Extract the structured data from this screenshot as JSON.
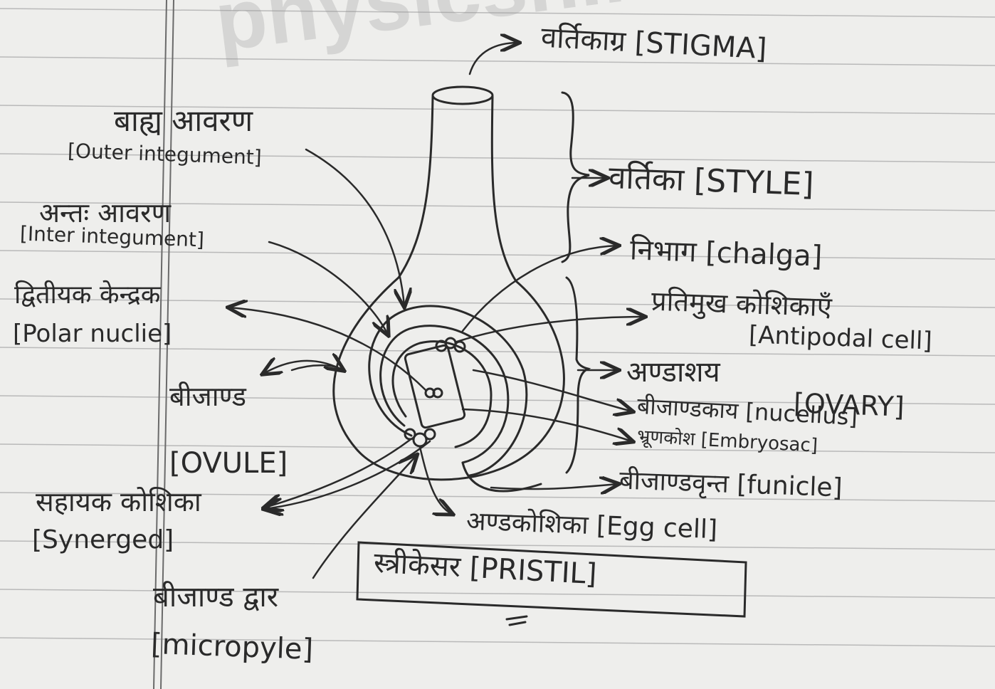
{
  "watermark": "physicshindi.com",
  "labels": {
    "stigma": "वर्तिकाग्र [STIGMA]",
    "style": "वर्तिका [STYLE]",
    "chalaza": "निभाग [chalga]",
    "antipodal_hi": "प्रतिमुख कोशिकाएँ",
    "antipodal_en": "[Antipodal cell]",
    "ovary_hi": "अण्डाशय",
    "ovary_en": "[OVARY]",
    "nucellus": "बीजाण्डकाय [nucellus]",
    "embryosac": "भ्रूणकोश [Embryosac]",
    "funicle": "बीजाण्डवृन्त [funicle]",
    "eggcell": "अण्डकोशिका [Egg cell]",
    "pistil": "स्त्रीकेसर [PRISTIL]",
    "micropyle_hi": "बीजाण्ड द्वार",
    "micropyle_en": "[micropyle]",
    "synergid_hi": "सहायक कोशिका",
    "synergid_en": "[Synerged]",
    "ovule_hi": "बीजाण्ड",
    "ovule_en": "[OVULE]",
    "polar_hi": "द्वितीयक केन्द्रक",
    "polar_en": "[Polar nuclie]",
    "inner_hi": "अन्तः आवरण",
    "inner_en": "[Inter integument]",
    "outer_hi": "बाह्य आवरण",
    "outer_en": "[Outer integument]"
  },
  "colors": {
    "paper": "#eeeeec",
    "ink": "#2a2a2a",
    "rule": "#b9b9b9",
    "margin": "#6a6a6a"
  }
}
